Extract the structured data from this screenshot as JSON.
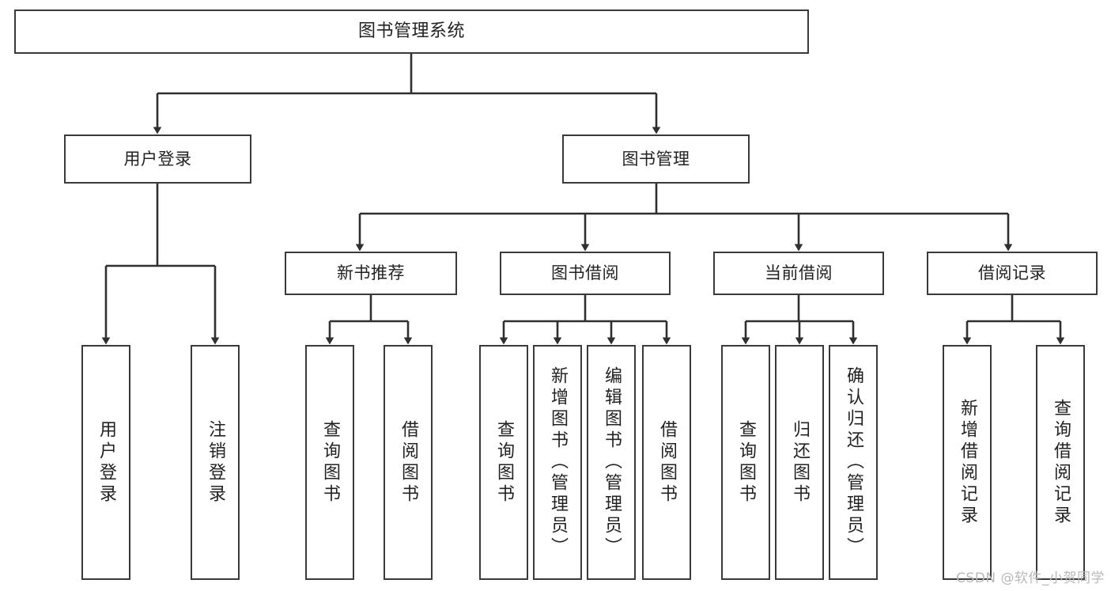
{
  "diagram": {
    "title": "图书管理系统",
    "type": "tree",
    "watermark": "CSDN @软件_小贺同学",
    "colors": {
      "background": "#ffffff",
      "node_fill": "#ffffff",
      "node_stroke": "#3a3a3a",
      "edge_stroke": "#2f2f2f",
      "text": "#222222",
      "watermark": "#b9b9b9"
    },
    "nodes": {
      "root": {
        "label": "图书管理系统"
      },
      "level2": [
        {
          "id": "user-login",
          "label": "用户登录"
        },
        {
          "id": "book-manage",
          "label": "图书管理"
        }
      ],
      "level3": [
        {
          "id": "new-book-recommend",
          "label": "新书推荐"
        },
        {
          "id": "book-borrow",
          "label": "图书借阅"
        },
        {
          "id": "current-borrow",
          "label": "当前借阅"
        },
        {
          "id": "borrow-record",
          "label": "借阅记录"
        }
      ],
      "leaves": {
        "user_login": [
          {
            "id": "leaf-user-login",
            "label": "用户登录"
          },
          {
            "id": "leaf-user-logout",
            "label": "注销登录"
          }
        ],
        "new_book_recommend": [
          {
            "id": "leaf-query-book-1",
            "label": "查询图书"
          },
          {
            "id": "leaf-borrow-book-1",
            "label": "借阅图书"
          }
        ],
        "book_borrow": [
          {
            "id": "leaf-query-book-2",
            "label": "查询图书"
          },
          {
            "id": "leaf-add-book",
            "label": "新增图书（管理员）"
          },
          {
            "id": "leaf-edit-book",
            "label": "编辑图书（管理员）"
          },
          {
            "id": "leaf-borrow-book-2",
            "label": "借阅图书"
          }
        ],
        "current_borrow": [
          {
            "id": "leaf-query-book-3",
            "label": "查询图书"
          },
          {
            "id": "leaf-return-book",
            "label": "归还图书"
          },
          {
            "id": "leaf-confirm-return",
            "label": "确认归还（管理员）"
          }
        ],
        "borrow_record": [
          {
            "id": "leaf-add-record",
            "label": "新增借阅记录"
          },
          {
            "id": "leaf-query-record",
            "label": "查询借阅记录"
          }
        ]
      }
    }
  }
}
